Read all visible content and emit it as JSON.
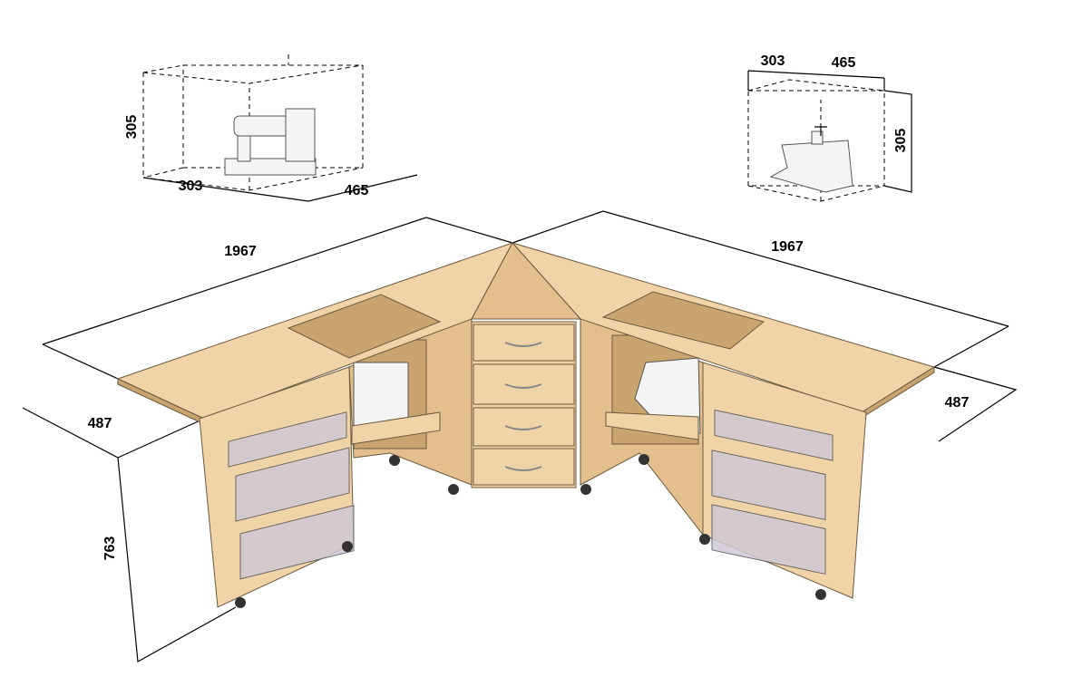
{
  "machine_left": {
    "height": "305",
    "depth": "303",
    "width": "465"
  },
  "machine_right": {
    "depth": "303",
    "width": "465",
    "height": "305"
  },
  "table": {
    "left_length": "1967",
    "right_length": "1967",
    "left_depth": "487",
    "right_depth": "487",
    "height": "763"
  }
}
